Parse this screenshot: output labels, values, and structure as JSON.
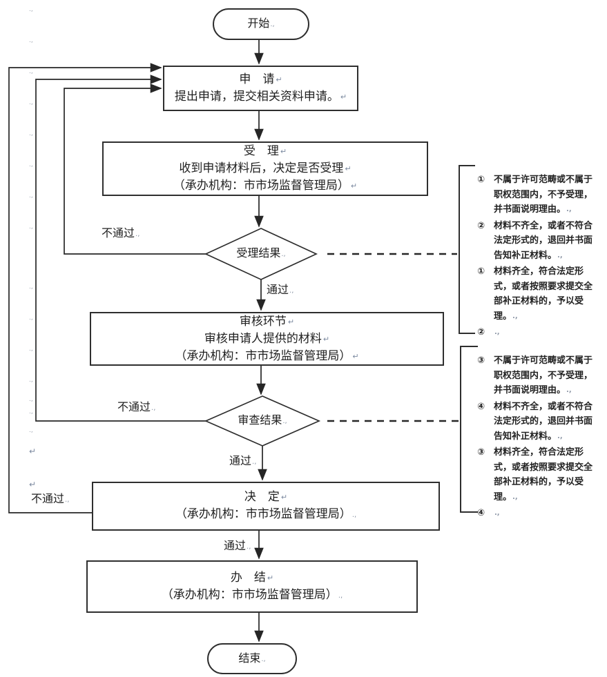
{
  "page": {
    "background": "#ffffff",
    "line_color": "#262626"
  },
  "nodes": {
    "start": {
      "label": "开始",
      "mark": ".,"
    },
    "apply": {
      "lines": [
        "申　请",
        "提出申请，提交相关资料申请。"
      ],
      "marks": [
        "↵",
        "↵"
      ]
    },
    "accept": {
      "lines": [
        "受　理",
        "收到申请材料后，决定是否受理",
        "（承办机构：市市场监督管理局）"
      ],
      "marks": [
        "↵",
        "↵",
        "↵"
      ]
    },
    "decision1": {
      "label": "受理结果",
      "mark": ".,"
    },
    "review": {
      "lines": [
        "审核环节",
        "审核申请人提供的材料",
        "（承办机构：市市场监督管理局）"
      ],
      "marks": [
        "↵",
        "↵",
        "↵"
      ]
    },
    "decision2": {
      "label": "审查结果",
      "mark": ".,"
    },
    "decide": {
      "lines": [
        "决　定",
        "（承办机构：市市场监督管理局）"
      ],
      "marks": [
        "↵",
        ".,"
      ]
    },
    "finish": {
      "lines": [
        "办　结",
        "（承办机构：市市场监督管理局）"
      ],
      "marks": [
        "↵",
        ".,"
      ]
    },
    "end": {
      "label": "结束",
      "mark": ".,"
    }
  },
  "edge_labels": {
    "pass1": {
      "t": "通过",
      "m": ".,"
    },
    "pass2": {
      "t": "通过",
      "m": ".,"
    },
    "pass3": {
      "t": "通过",
      "m": ".,"
    },
    "fail1": {
      "t": "不通过",
      "m": ".,"
    },
    "fail2": {
      "t": "不通过",
      "m": ".,"
    },
    "fail3": {
      "t": "不通过",
      "m": ".,"
    }
  },
  "annotations": {
    "block1": {
      "items": [
        {
          "num": "①",
          "text": "不属于许可范畴或不属于职权范围内，不予受理，并书面说明理由。",
          "mark": ".,"
        },
        {
          "num": "②",
          "text": "材料不齐全，或者不符合法定形式的，退回并书面告知补正材料。",
          "mark": ".,"
        },
        {
          "num": "①",
          "text": "材料齐全，符合法定形式，或者按照要求提交全部补正材料的，予以受理。",
          "mark": ".,"
        },
        {
          "num": "②",
          "text": "",
          "mark": ".,"
        }
      ]
    },
    "block2": {
      "items": [
        {
          "num": "③",
          "text": "不属于许可范畴或不属于职权范围内，不予受理，并书面说明理由。",
          "mark": ".,"
        },
        {
          "num": "④",
          "text": "材料不齐全，或者不符合法定形式的，退回并书面告知补正材料。",
          "mark": ".,"
        },
        {
          "num": "③",
          "text": "材料齐全，符合法定形式，或者按照要求提交全部补正材料的，予以受理。",
          "mark": ".,"
        },
        {
          "num": "④",
          "text": "",
          "mark": ".,"
        }
      ]
    }
  },
  "margin": {
    "dot": ".,",
    "ret": "↵"
  }
}
